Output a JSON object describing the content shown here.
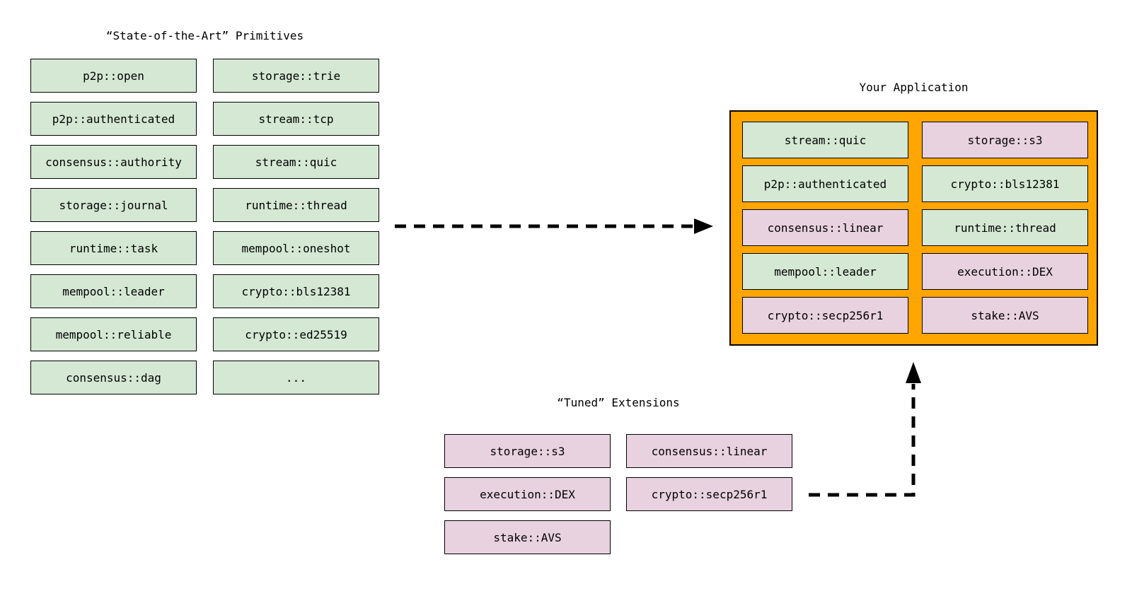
{
  "colors": {
    "primitive_fill": "#d5e8d4",
    "extension_fill": "#e8d2df",
    "application_fill": "#ffa500",
    "border": "#000000",
    "arrow": "#000000",
    "background": "#ffffff"
  },
  "primitives": {
    "title": "“State-of-the-Art” Primitives",
    "col1": [
      "p2p::open",
      "p2p::authenticated",
      "consensus::authority",
      "storage::journal",
      "runtime::task",
      "mempool::leader",
      "mempool::reliable",
      "consensus::dag"
    ],
    "col2": [
      "storage::trie",
      "stream::tcp",
      "stream::quic",
      "runtime::thread",
      "mempool::oneshot",
      "crypto::bls12381",
      "crypto::ed25519",
      "..."
    ]
  },
  "application": {
    "title": "Your Application",
    "col1": [
      {
        "label": "stream::quic",
        "variant": "green"
      },
      {
        "label": "p2p::authenticated",
        "variant": "green"
      },
      {
        "label": "consensus::linear",
        "variant": "pink"
      },
      {
        "label": "mempool::leader",
        "variant": "green"
      },
      {
        "label": "crypto::secp256r1",
        "variant": "pink"
      }
    ],
    "col2": [
      {
        "label": "storage::s3",
        "variant": "pink"
      },
      {
        "label": "crypto::bls12381",
        "variant": "green"
      },
      {
        "label": "runtime::thread",
        "variant": "green"
      },
      {
        "label": "execution::DEX",
        "variant": "pink"
      },
      {
        "label": "stake::AVS",
        "variant": "pink"
      }
    ]
  },
  "extensions": {
    "title": "“Tuned” Extensions",
    "col1": [
      "storage::s3",
      "execution::DEX",
      "stake::AVS"
    ],
    "col2": [
      "consensus::linear",
      "crypto::secp256r1"
    ]
  },
  "arrows": [
    {
      "name": "primitives-to-application",
      "style": "dashed"
    },
    {
      "name": "extensions-to-application",
      "style": "dashed-elbow"
    }
  ]
}
